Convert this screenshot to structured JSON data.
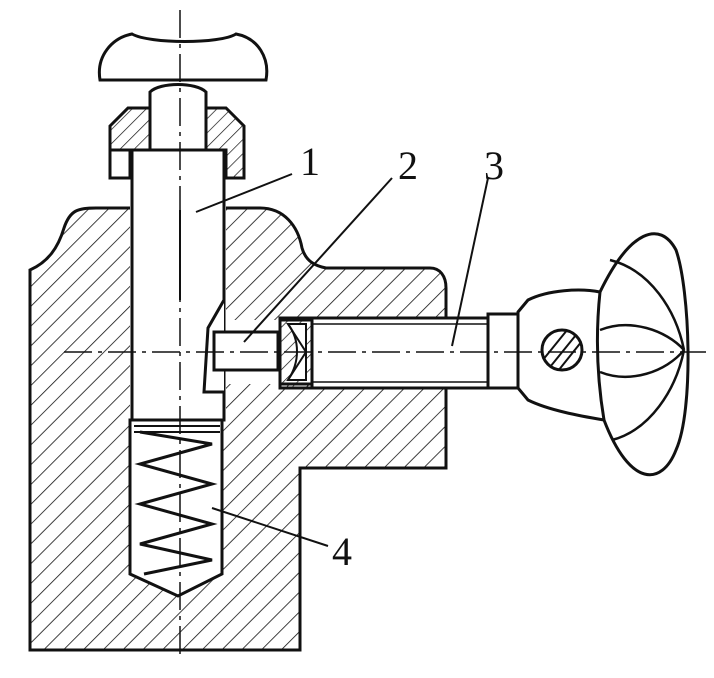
{
  "labels": {
    "part1": "1",
    "part2": "2",
    "part3": "3",
    "part4": "4"
  },
  "colors": {
    "ink": "#111111",
    "background": "#ffffff"
  }
}
